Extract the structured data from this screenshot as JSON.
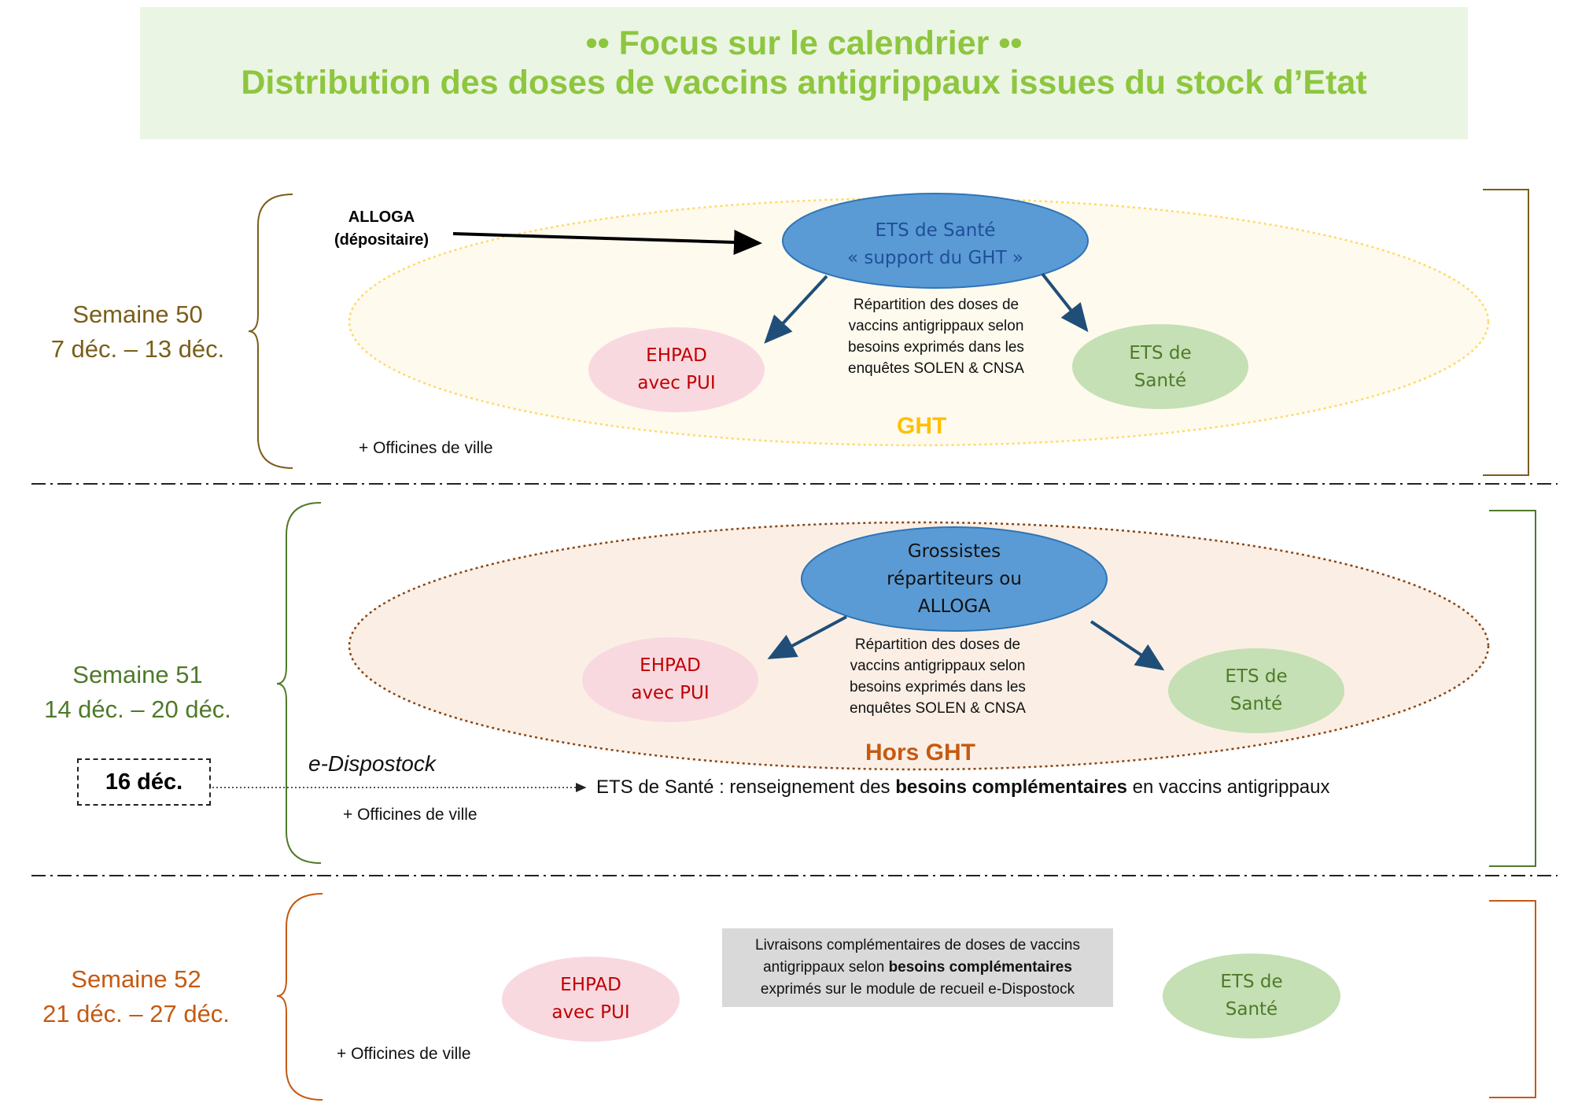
{
  "title": {
    "line1": "•• Focus sur le calendrier ••",
    "line2": "Distribution des doses de vaccins antigrippaux issues du stock d’Etat"
  },
  "colors": {
    "title_green": "#8dc63f",
    "week50": "#7a5e1a",
    "week51": "#4f7a2a",
    "week52": "#c55a11",
    "node_blue": "#5b9bd5",
    "node_text_blue": "#1f4e9a",
    "ehpad_fill": "#f9d9e0",
    "ehpad_text": "#c00000",
    "ets_fill": "#c5e0b4",
    "ets_text": "#4f7a2a",
    "ght_label": "#ffc000",
    "hors_ght_label": "#c55a11"
  },
  "week50": {
    "label_line1": "Semaine 50",
    "label_line2": "7 déc. – 13 déc.",
    "source_line1": "ALLOGA",
    "source_line2": "(dépositaire)",
    "hub_line1": "ETS de Santé",
    "hub_line2": "« support du GHT »",
    "desc_lines": [
      "Répartition des doses de",
      "vaccins antigrippaux selon",
      "besoins exprimés dans les",
      "enquêtes SOLEN & CNSA"
    ],
    "ehpad_line1": "EHPAD",
    "ehpad_line2": "avec PUI",
    "ets_line1": "ETS de",
    "ets_line2": "Santé",
    "group_label": "GHT",
    "officines": "+ Officines de ville"
  },
  "week51": {
    "label_line1": "Semaine 51",
    "label_line2": "14 déc. – 20 déc.",
    "hub_line1": "Grossistes",
    "hub_line2": "répartiteurs ou",
    "hub_line3": "ALLOGA",
    "desc_lines": [
      "Répartition des doses de",
      "vaccins antigrippaux selon",
      "besoins exprimés dans les",
      "enquêtes SOLEN & CNSA"
    ],
    "ehpad_line1": "EHPAD",
    "ehpad_line2": "avec PUI",
    "ets_line1": "ETS de",
    "ets_line2": "Santé",
    "group_label": "Hors GHT",
    "edispostock": "e-Dispostock",
    "date": "16 déc.",
    "ets_prefix": "ETS de Santé : renseignement des ",
    "ets_bold": "besoins complémentaires",
    "ets_suffix": " en vaccins antigrippaux",
    "officines": "+ Officines de ville"
  },
  "week52": {
    "label_line1": "Semaine 52",
    "label_line2": "21 déc. – 27 déc.",
    "box_line1": "Livraisons complémentaires de doses de vaccins",
    "box_line2_prefix": "antigrippaux selon ",
    "box_line2_bold": "besoins complémentaires",
    "box_line3": "exprimés sur le module de recueil e-Dispostock",
    "ehpad_line1": "EHPAD",
    "ehpad_line2": "avec PUI",
    "ets_line1": "ETS de",
    "ets_line2": "Santé",
    "officines": "+ Officines de ville"
  }
}
